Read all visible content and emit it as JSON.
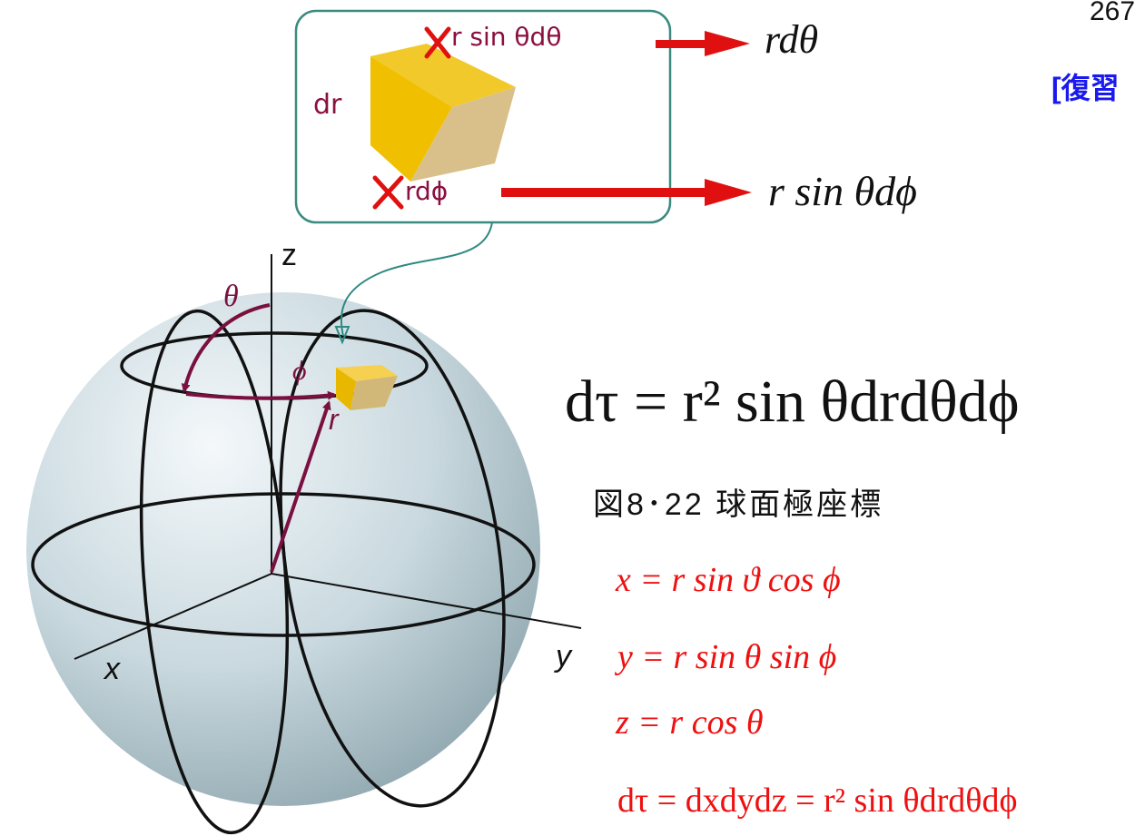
{
  "header": {
    "page_number": "267",
    "review_label": "[復習"
  },
  "volume_element_box": {
    "edge_dr": "dr",
    "edge_top": "r sin θdθ",
    "edge_bottom": "rdϕ",
    "corrected_top": "rdθ",
    "corrected_bottom": "r sin θdϕ"
  },
  "sphere": {
    "axis_z": "z",
    "axis_x": "x",
    "axis_y": "y",
    "angle_theta": "θ",
    "angle_phi": "ϕ",
    "radius": "r"
  },
  "main_equation": "dτ = r² sin θdrdθdϕ",
  "caption": "図8･22 球面極座標",
  "transforms": [
    "x = r sin ϑ cos ϕ",
    "y = r sin θ sin ϕ",
    "z = r cos θ",
    "dτ = dxdydz = r² sin θdrdθdϕ"
  ],
  "colors": {
    "red": "#ee1111",
    "blue": "#1a1aee",
    "teal_frame": "#3a8a80",
    "maroon_vector": "#7a1040",
    "cube_gold": "#e8b800"
  }
}
